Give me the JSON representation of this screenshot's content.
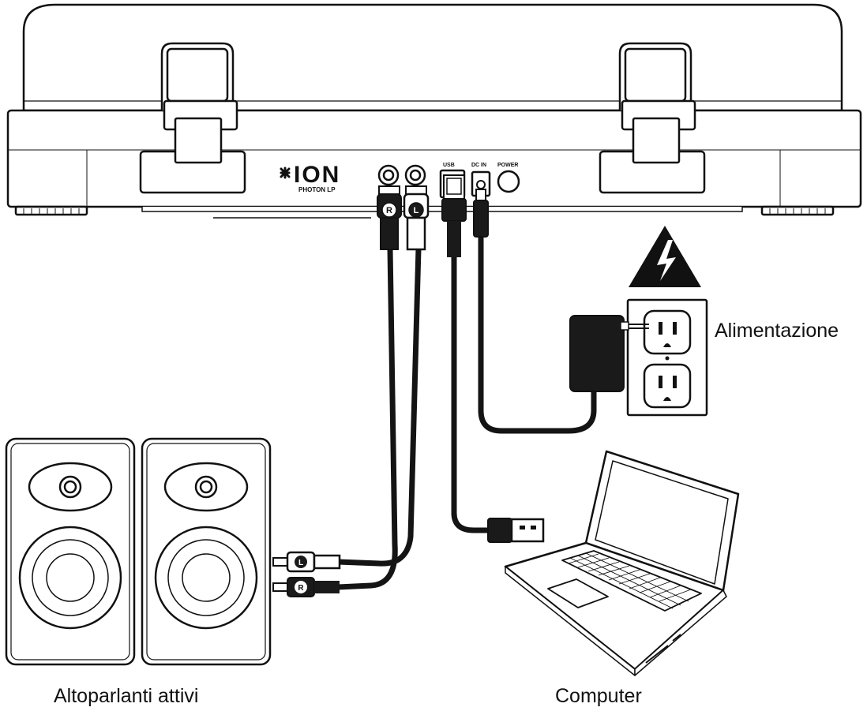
{
  "turntable": {
    "brand": "ION",
    "model": "PHOTON LP",
    "jack_labels": {
      "usb": "USB",
      "dc": "DC IN",
      "power": "POWER",
      "rca_right": "R",
      "rca_left": "L"
    }
  },
  "labels": {
    "power_supply": "Alimentazione",
    "speakers": "Altoparlanti attivi",
    "computer": "Computer"
  },
  "colors": {
    "line": "#111111",
    "fill": "#ffffff",
    "cable": "#141414"
  },
  "icons": {
    "warning": "high-voltage-warning-icon",
    "logo": "ion-logo-icon"
  }
}
